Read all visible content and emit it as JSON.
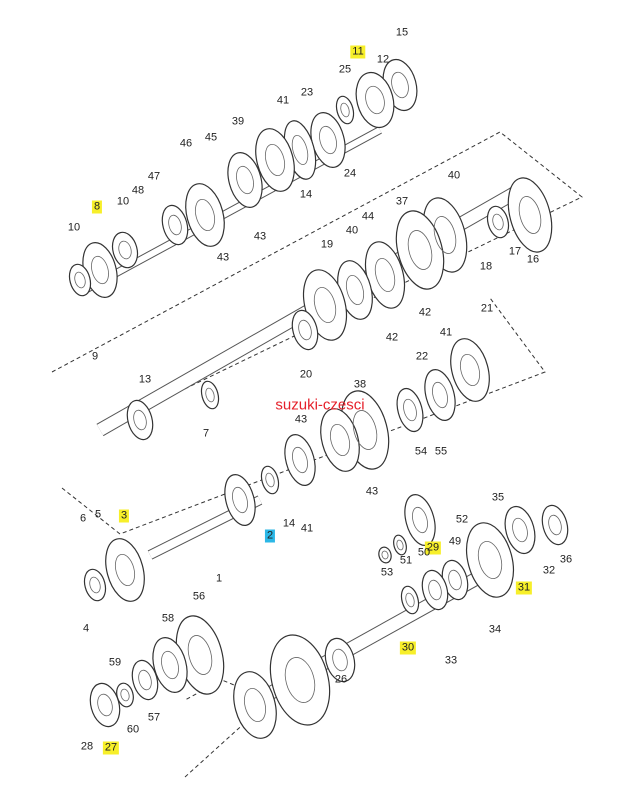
{
  "watermark": "suzuki-czesci",
  "colors": {
    "highlight_yellow": "#f7ef2a",
    "highlight_blue": "#2bb7e6",
    "watermark": "#e5202a",
    "line": "#333333"
  },
  "labels": [
    {
      "text": "15"
    },
    {
      "text": "11",
      "highlight": "yellow"
    },
    {
      "text": "12"
    },
    {
      "text": "25"
    },
    {
      "text": "41"
    },
    {
      "text": "23"
    },
    {
      "text": "39"
    },
    {
      "text": "45"
    },
    {
      "text": "46"
    },
    {
      "text": "24"
    },
    {
      "text": "14"
    },
    {
      "text": "47"
    },
    {
      "text": "48"
    },
    {
      "text": "10"
    },
    {
      "text": "8",
      "highlight": "yellow"
    },
    {
      "text": "10"
    },
    {
      "text": "43"
    },
    {
      "text": "43"
    },
    {
      "text": "40"
    },
    {
      "text": "37"
    },
    {
      "text": "44"
    },
    {
      "text": "40"
    },
    {
      "text": "19"
    },
    {
      "text": "17"
    },
    {
      "text": "18"
    },
    {
      "text": "16"
    },
    {
      "text": "42"
    },
    {
      "text": "42"
    },
    {
      "text": "9"
    },
    {
      "text": "20"
    },
    {
      "text": "21"
    },
    {
      "text": "41"
    },
    {
      "text": "22"
    },
    {
      "text": "13"
    },
    {
      "text": "38"
    },
    {
      "text": "7"
    },
    {
      "text": "43"
    },
    {
      "text": "54"
    },
    {
      "text": "55"
    },
    {
      "text": "43"
    },
    {
      "text": "52"
    },
    {
      "text": "35"
    },
    {
      "text": "3",
      "highlight": "yellow"
    },
    {
      "text": "14"
    },
    {
      "text": "41"
    },
    {
      "text": "2",
      "highlight": "blue"
    },
    {
      "text": "29",
      "highlight": "yellow"
    },
    {
      "text": "49"
    },
    {
      "text": "50"
    },
    {
      "text": "51"
    },
    {
      "text": "53"
    },
    {
      "text": "36"
    },
    {
      "text": "32"
    },
    {
      "text": "31",
      "highlight": "yellow"
    },
    {
      "text": "6"
    },
    {
      "text": "5"
    },
    {
      "text": "1"
    },
    {
      "text": "56"
    },
    {
      "text": "58"
    },
    {
      "text": "34"
    },
    {
      "text": "4"
    },
    {
      "text": "30",
      "highlight": "yellow"
    },
    {
      "text": "33"
    },
    {
      "text": "59"
    },
    {
      "text": "26"
    },
    {
      "text": "57"
    },
    {
      "text": "60"
    },
    {
      "text": "28"
    },
    {
      "text": "27",
      "highlight": "yellow"
    }
  ]
}
